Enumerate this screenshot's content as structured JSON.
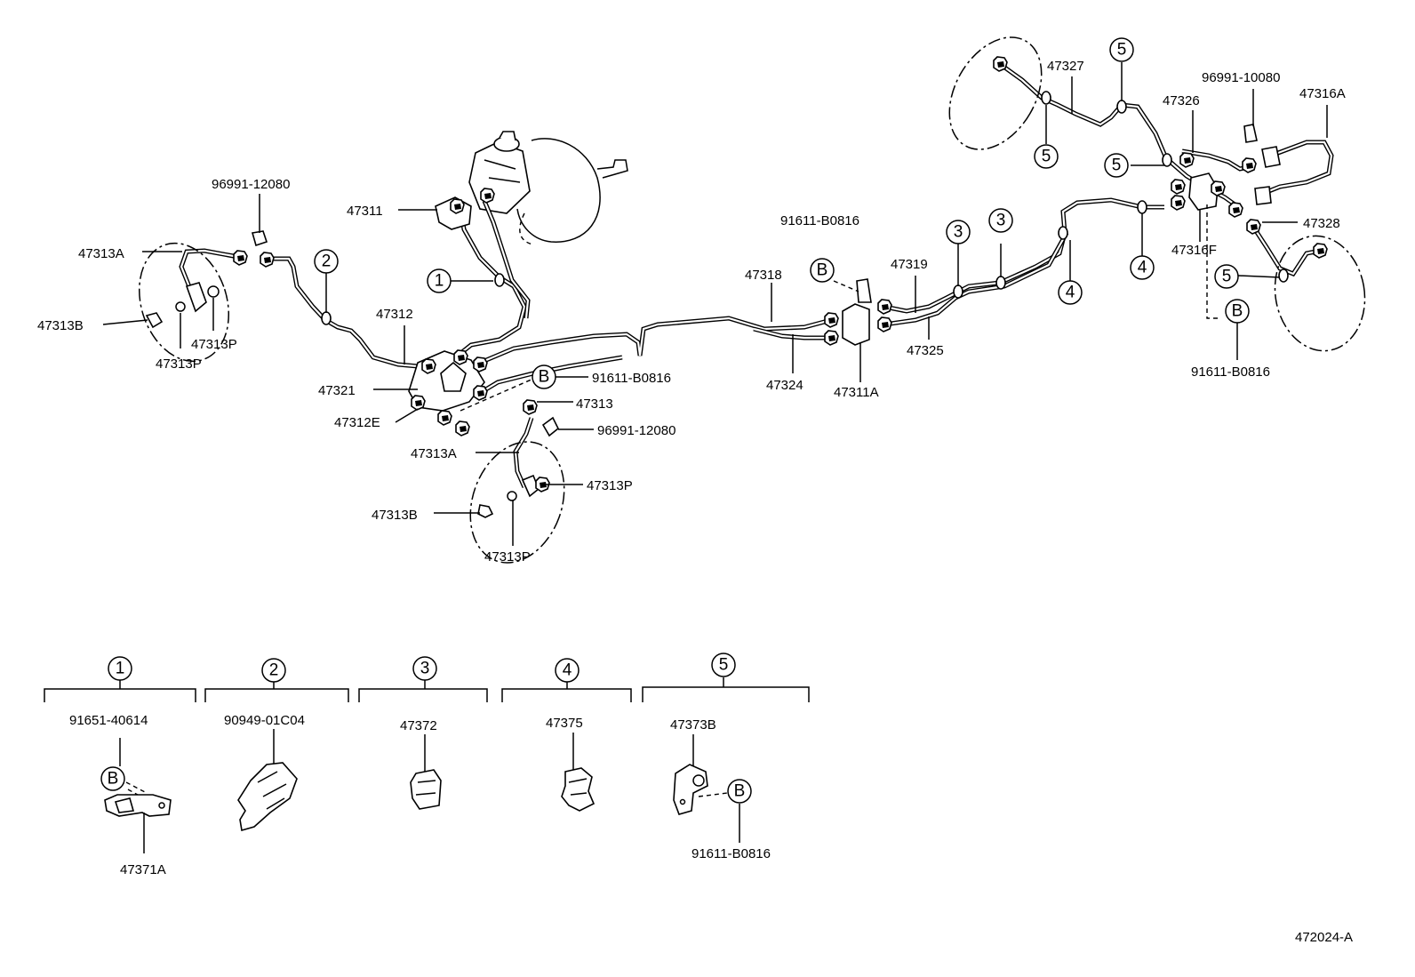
{
  "callout_labels": {
    "c47311": "47311",
    "c96991_12080_left": "96991-12080",
    "c47313A_left": "47313A",
    "c47313B_left": "47313B",
    "c47313P_left_a": "47313P",
    "c47313P_left_b": "47313P",
    "c47312": "47312",
    "c47321": "47321",
    "c47312E": "47312E",
    "c91611_center": "91611-B0816",
    "c47313": "47313",
    "c96991_12080_center": "96991-12080",
    "c47313A_center": "47313A",
    "c47313P_center_a": "47313P",
    "c47313B_center": "47313B",
    "c47313P_center_b": "47313P",
    "c91611_upper": "91611-B0816",
    "c47318": "47318",
    "c47324": "47324",
    "c47311A": "47311A",
    "c47319": "47319",
    "c47325": "47325",
    "c47327": "47327",
    "c96991_10080": "96991-10080",
    "c47316A": "47316A",
    "c47326": "47326",
    "c47316F": "47316F",
    "c47328": "47328",
    "c91611_right": "91611-B0816",
    "drawing_code": "472024-A"
  },
  "circle_markers": {
    "one": "1",
    "two": "2",
    "three": "3",
    "four": "4",
    "five": "5",
    "b": "B"
  },
  "legend": [
    {
      "id": "1",
      "part": "91651-40614",
      "sub": "47371A",
      "bolt": "B"
    },
    {
      "id": "2",
      "part": "90949-01C04"
    },
    {
      "id": "3",
      "part": "47372"
    },
    {
      "id": "4",
      "part": "47375"
    },
    {
      "id": "5",
      "part": "47373B",
      "bolt": "B",
      "bolt_part": "91611-B0816"
    }
  ]
}
